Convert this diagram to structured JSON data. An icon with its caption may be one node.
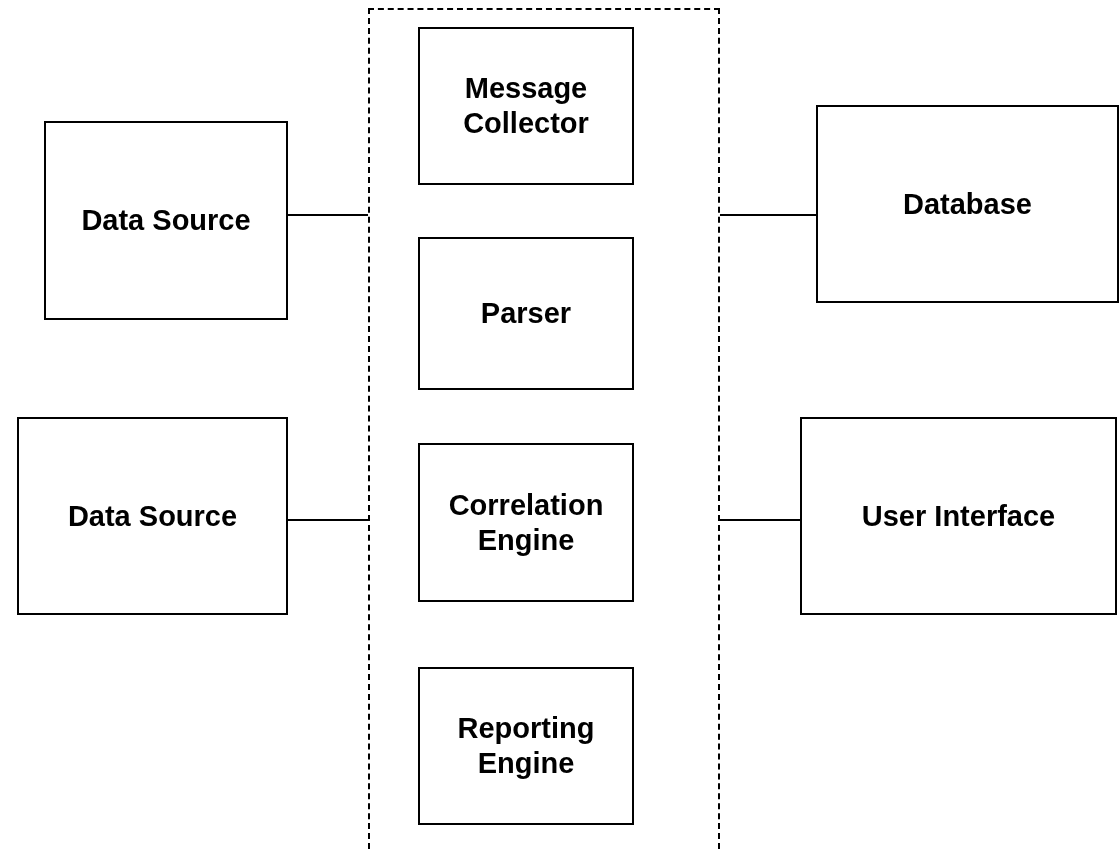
{
  "diagram": {
    "nodes": [
      {
        "text": [],
        "shape": "box"
      },
      {
        "text": [
          "Message Collector"
        ],
        "in": 0
      },
      {
        "text": [
          "Parser"
        ],
        "in": 0
      },
      {
        "text": [
          "Correlation Engine"
        ],
        "in": 0
      },
      {
        "text": [
          "Reporting Engine"
        ],
        "in": 0
      },
      {
        "text": [
          "Data Source"
        ]
      },
      {
        "text": [
          "Data Source"
        ]
      },
      {
        "text": [
          "Database"
        ]
      },
      {
        "text": [
          "User Interface"
        ]
      }
    ],
    "edges": [
      {
        "from": 5,
        "to": 0,
        "arrow": "none"
      },
      {
        "from": 6,
        "to": 0,
        "arrow": "none"
      },
      {
        "from": 0,
        "to": 7,
        "arrow": "none"
      },
      {
        "from": 0,
        "to": 8,
        "arrow": "none"
      }
    ]
  }
}
